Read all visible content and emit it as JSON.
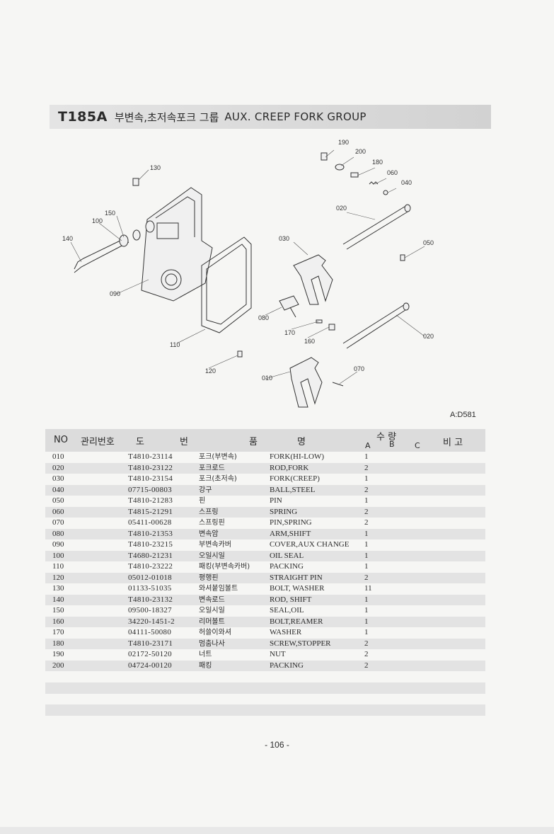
{
  "header": {
    "code": "T185A",
    "title_ko": "부변속,초저속포크 그룹",
    "title_en": "AUX. CREEP FORK GROUP"
  },
  "diagram": {
    "callouts": [
      "190",
      "200",
      "180",
      "060",
      "040",
      "130",
      "020",
      "150",
      "100",
      "030",
      "050",
      "140",
      "090",
      "080",
      "170",
      "160",
      "020",
      "110",
      "070",
      "120",
      "010"
    ]
  },
  "doc_ref": "A:D581",
  "table": {
    "headers": {
      "no": "NO",
      "mgmt": "관리번호",
      "part_1": "도",
      "part_2": "번",
      "name_1": "품",
      "name_2": "명",
      "qty": "수 량",
      "qty_a": "A",
      "qty_b": "B",
      "qty_c": "C",
      "remarks": "비 고"
    },
    "rows": [
      {
        "no": "010",
        "part": "T4810-23114",
        "name_ko": "포크(부변속)",
        "name_en": "FORK(HI-LOW)",
        "qty": "1"
      },
      {
        "no": "020",
        "part": "T4810-23122",
        "name_ko": "포크로드",
        "name_en": "ROD,FORK",
        "qty": "2"
      },
      {
        "no": "030",
        "part": "T4810-23154",
        "name_ko": "포크(초저속)",
        "name_en": "FORK(CREEP)",
        "qty": "1"
      },
      {
        "no": "040",
        "part": "07715-00803",
        "name_ko": "강구",
        "name_en": "BALL,STEEL",
        "qty": "2"
      },
      {
        "no": "050",
        "part": "T4810-21283",
        "name_ko": "핀",
        "name_en": "PIN",
        "qty": "1"
      },
      {
        "no": "060",
        "part": "T4815-21291",
        "name_ko": "스프링",
        "name_en": "SPRING",
        "qty": "2"
      },
      {
        "no": "070",
        "part": "05411-00628",
        "name_ko": "스프링핀",
        "name_en": "PIN,SPRING",
        "qty": "2"
      },
      {
        "no": "080",
        "part": "T4810-21353",
        "name_ko": "변속암",
        "name_en": "ARM,SHIFT",
        "qty": "1"
      },
      {
        "no": "090",
        "part": "T4810-23215",
        "name_ko": "부변속카버",
        "name_en": "COVER,AUX CHANGE",
        "qty": "1"
      },
      {
        "no": "100",
        "part": "T4680-21231",
        "name_ko": "오일시일",
        "name_en": "OIL SEAL",
        "qty": "1"
      },
      {
        "no": "110",
        "part": "T4810-23222",
        "name_ko": "패킹(부변속카버)",
        "name_en": "PACKING",
        "qty": "1"
      },
      {
        "no": "120",
        "part": "05012-01018",
        "name_ko": "평행핀",
        "name_en": "STRAIGHT PIN",
        "qty": "2"
      },
      {
        "no": "130",
        "part": "01133-51035",
        "name_ko": "와셔붙임볼트",
        "name_en": "BOLT, WASHER",
        "qty": "11"
      },
      {
        "no": "140",
        "part": "T4810-23132",
        "name_ko": "변속로드",
        "name_en": "ROD, SHIFT",
        "qty": "1"
      },
      {
        "no": "150",
        "part": "09500-18327",
        "name_ko": "오일시일",
        "name_en": "SEAL,OIL",
        "qty": "1"
      },
      {
        "no": "160",
        "part": "34220-1451-2",
        "name_ko": "리머볼트",
        "name_en": "BOLT,REAMER",
        "qty": "1"
      },
      {
        "no": "170",
        "part": "04111-50080",
        "name_ko": "허쓸이와셔",
        "name_en": "WASHER",
        "qty": "1"
      },
      {
        "no": "180",
        "part": "T4810-23171",
        "name_ko": "멈춤나사",
        "name_en": "SCREW,STOPPER",
        "qty": "2"
      },
      {
        "no": "190",
        "part": "02172-50120",
        "name_ko": "너트",
        "name_en": "NUT",
        "qty": "2"
      },
      {
        "no": "200",
        "part": "04724-00120",
        "name_ko": "패킹",
        "name_en": "PACKING",
        "qty": "2"
      }
    ]
  },
  "page_number": "- 106 -"
}
